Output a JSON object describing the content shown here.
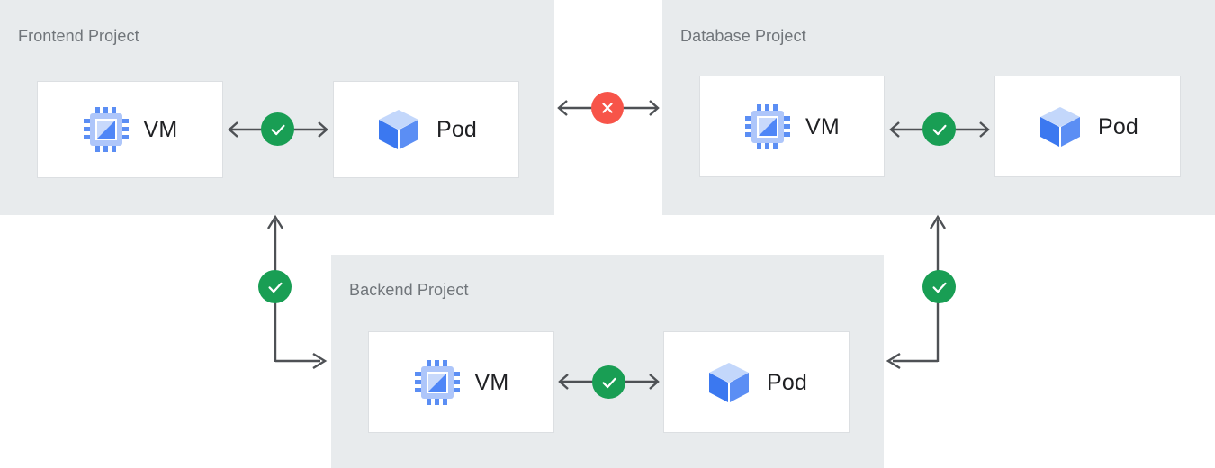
{
  "diagram": {
    "title_visible": false,
    "background": "#ffffff",
    "panel_color": "#e8ebed",
    "card_color": "#ffffff",
    "card_border": "#dcdfe2",
    "title_color": "#70757a",
    "label_color": "#202124",
    "connector_color": "#4e5155",
    "status_ok_color": "#199e54",
    "status_blocked_color": "#f75449",
    "vm_icon_colors": {
      "pins": "#5b8ef4",
      "frame": "#aec6fa",
      "inner_light": "#c8d9fb",
      "inner_dark": "#4f86f7"
    },
    "pod_icon_colors": {
      "top": "#c3d7fb",
      "left": "#3b78f0",
      "right": "#5b8ef4"
    }
  },
  "projects": [
    {
      "id": "frontend",
      "title": "Frontend Project",
      "resources": [
        {
          "id": "frontend-vm",
          "icon": "vm-chip-icon",
          "label": "VM"
        },
        {
          "id": "frontend-pod",
          "icon": "pod-cube-icon",
          "label": "Pod"
        }
      ],
      "internal_link": {
        "status": "ok",
        "icon": "check-circle-icon",
        "direction": "bidirectional"
      }
    },
    {
      "id": "database",
      "title": "Database Project",
      "resources": [
        {
          "id": "database-vm",
          "icon": "vm-chip-icon",
          "label": "VM"
        },
        {
          "id": "database-pod",
          "icon": "pod-cube-icon",
          "label": "Pod"
        }
      ],
      "internal_link": {
        "status": "ok",
        "icon": "check-circle-icon",
        "direction": "bidirectional"
      }
    },
    {
      "id": "backend",
      "title": "Backend Project",
      "resources": [
        {
          "id": "backend-vm",
          "icon": "vm-chip-icon",
          "label": "VM"
        },
        {
          "id": "backend-pod",
          "icon": "pod-cube-icon",
          "label": "Pod"
        }
      ],
      "internal_link": {
        "status": "ok",
        "icon": "check-circle-icon",
        "direction": "bidirectional"
      }
    }
  ],
  "cross_project_links": [
    {
      "id": "frontend-database",
      "from": "frontend",
      "to": "database",
      "status": "blocked",
      "icon": "x-circle-icon",
      "direction": "bidirectional"
    },
    {
      "id": "frontend-backend",
      "from": "backend",
      "to": "frontend",
      "status": "ok",
      "icon": "check-circle-icon",
      "direction": "bidirectional"
    },
    {
      "id": "database-backend",
      "from": "backend",
      "to": "database",
      "status": "ok",
      "icon": "check-circle-icon",
      "direction": "bidirectional"
    }
  ]
}
